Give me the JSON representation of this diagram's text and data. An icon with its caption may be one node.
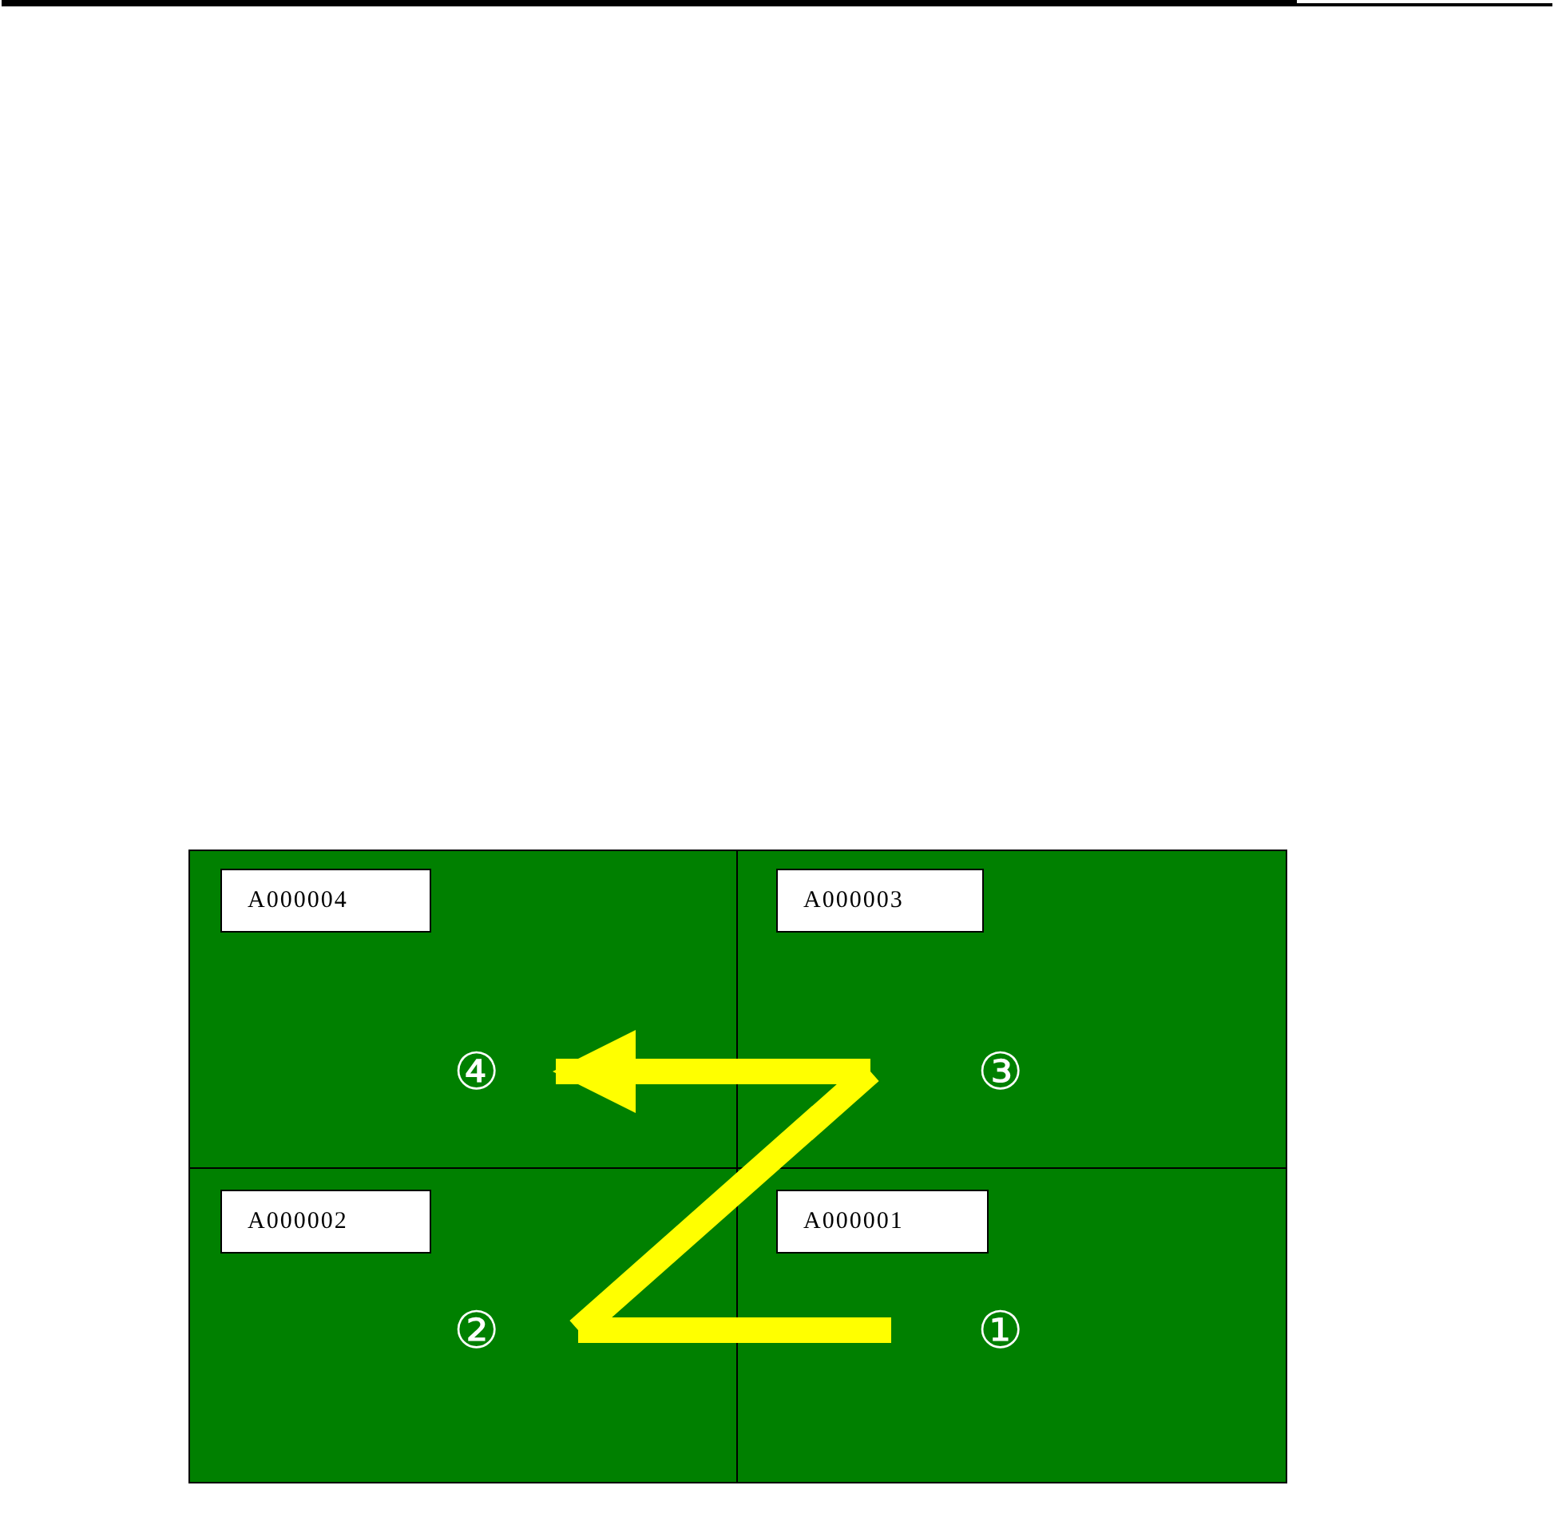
{
  "diagram": {
    "nodes": [
      {
        "text": [],
        "shape": "box"
      },
      {
        "text": [
          "A000004"
        ],
        "in": 0
      },
      {
        "text": [
          "④"
        ],
        "in": 0
      },
      {
        "text": [],
        "shape": "box"
      },
      {
        "text": [
          "A000003"
        ],
        "in": 3
      },
      {
        "text": [
          "③"
        ],
        "in": 3
      },
      {
        "text": [],
        "shape": "box"
      },
      {
        "text": [
          "A000002"
        ],
        "in": 6
      },
      {
        "text": [
          "②"
        ],
        "in": 6
      },
      {
        "text": [],
        "shape": "box"
      },
      {
        "text": [
          "A000001"
        ],
        "in": 9
      },
      {
        "text": [
          "①"
        ],
        "in": 9
      }
    ],
    "edges": [
      {
        "from": 11,
        "to": 8,
        "arrow": "none"
      },
      {
        "from": 8,
        "to": 5,
        "arrow": "none"
      },
      {
        "from": 5,
        "to": 2,
        "arrow": "to"
      }
    ]
  }
}
